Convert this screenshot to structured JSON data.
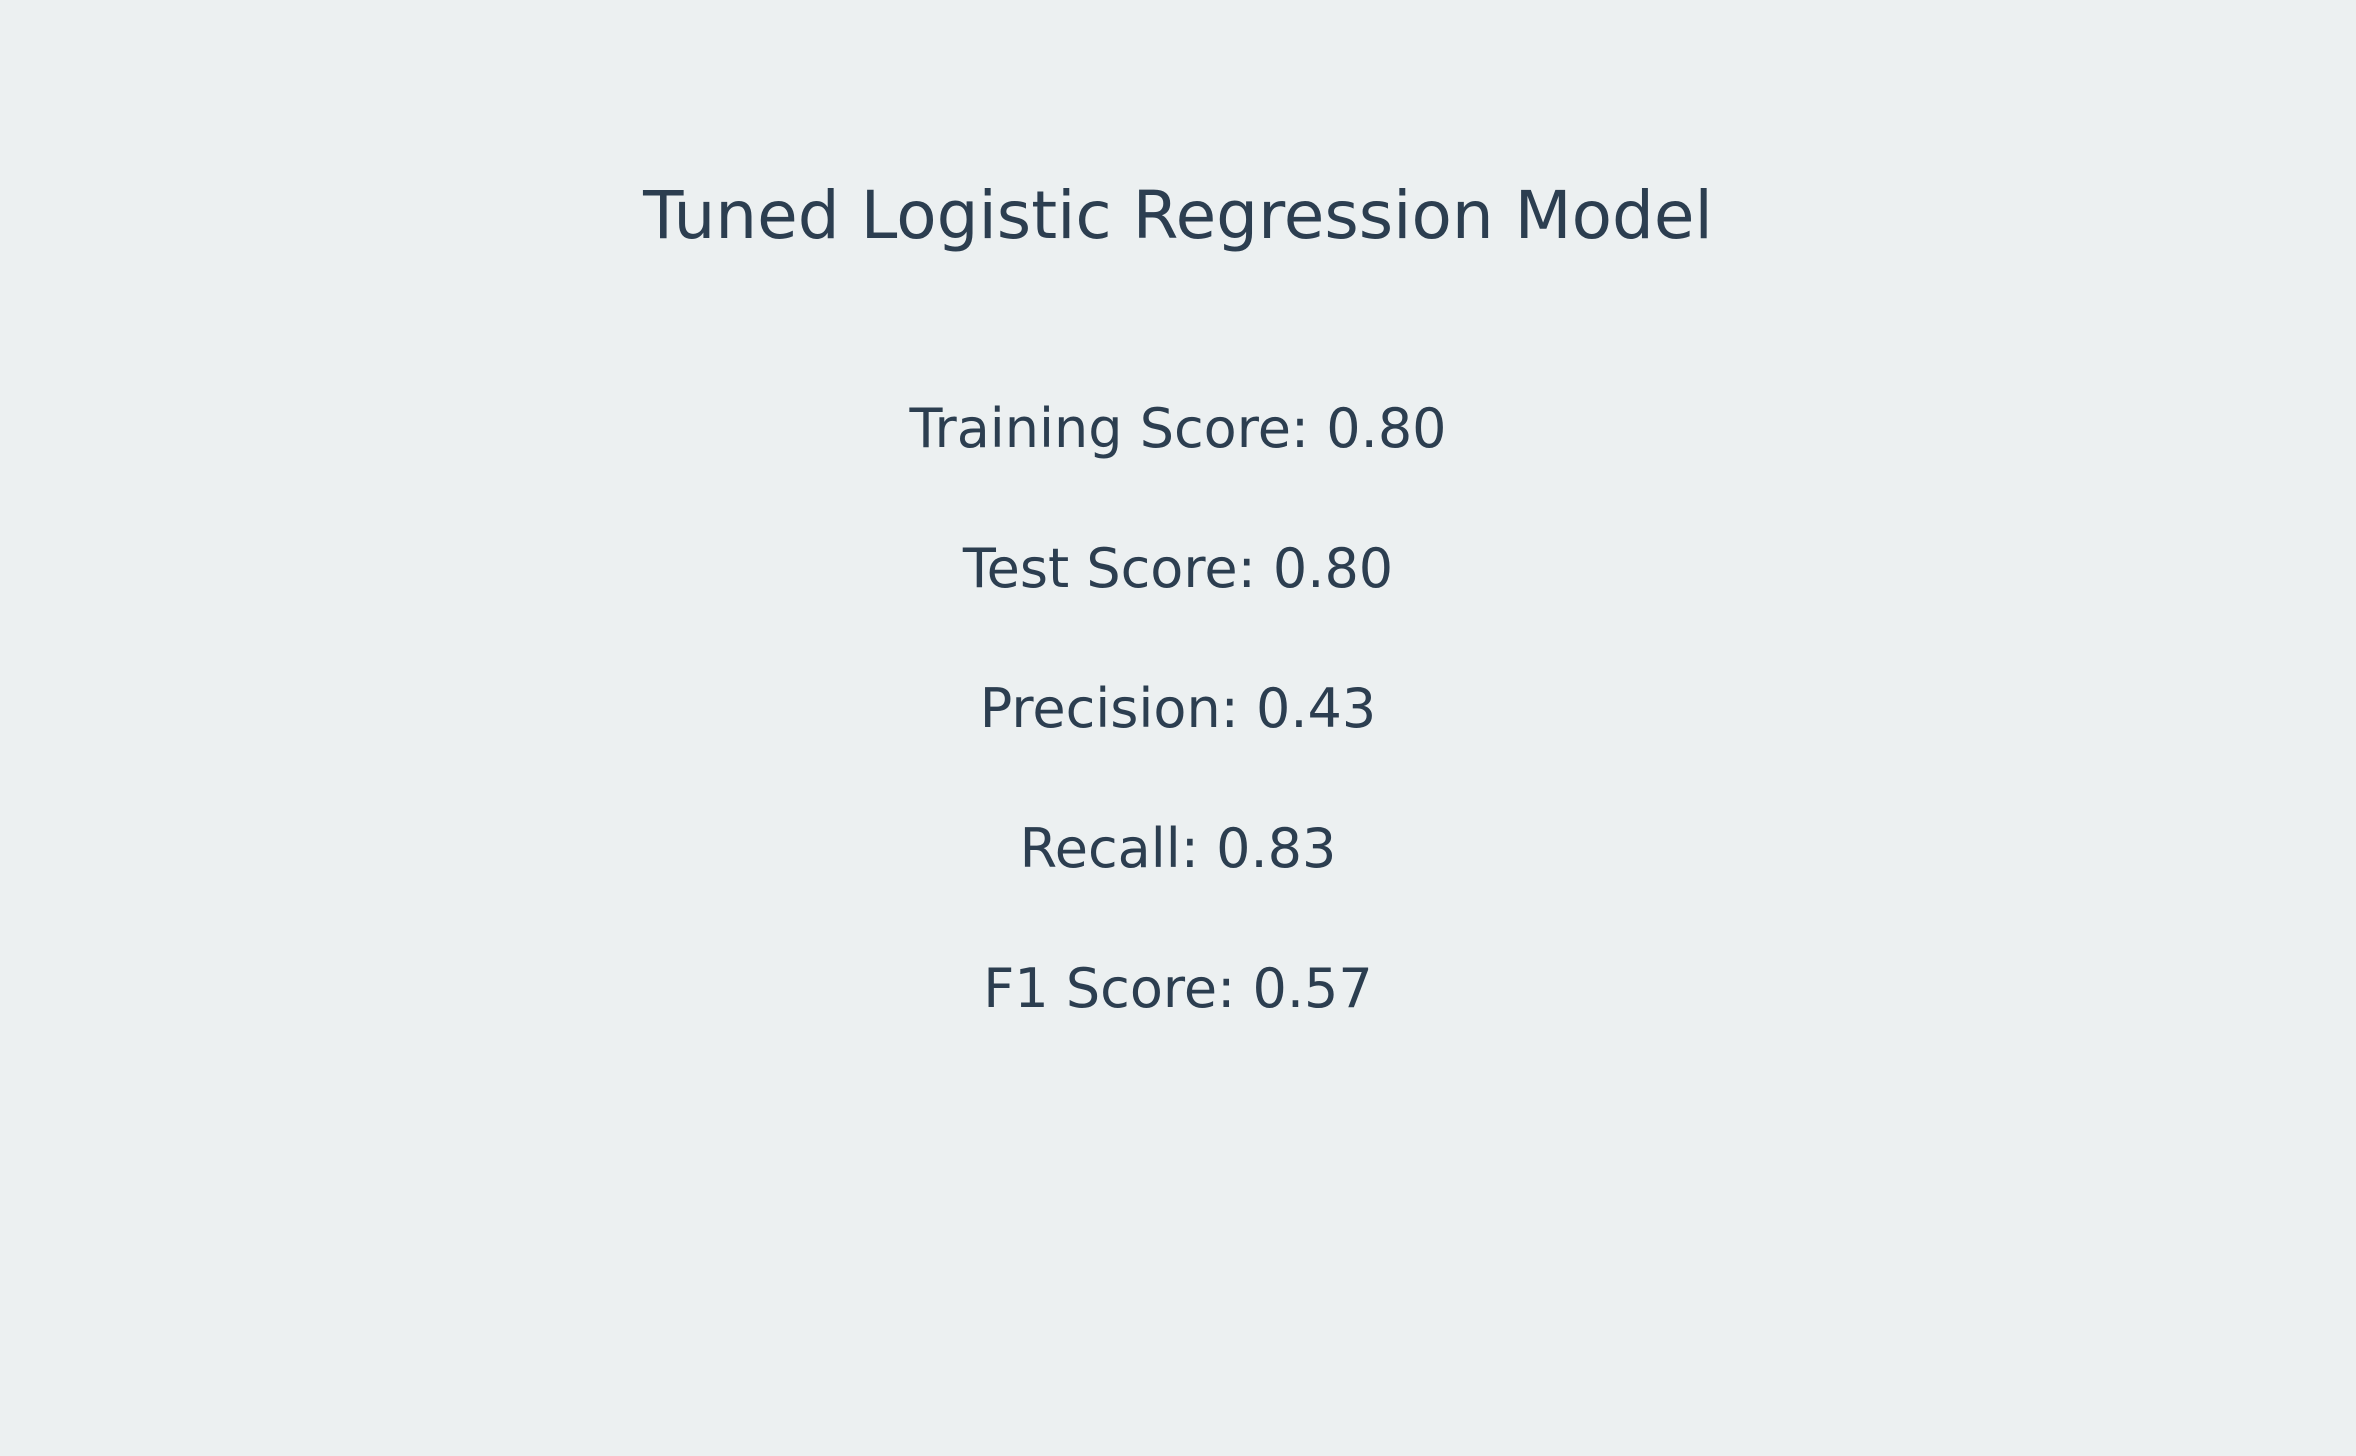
{
  "page": {
    "title": "Tuned Logistic Regression Model",
    "metrics": [
      "Training Score: 0.80",
      "Test Score: 0.80",
      "Precision: 0.43",
      "Recall: 0.83",
      "F1 Score: 0.57"
    ]
  },
  "colors": {
    "background": "#ecf0f1",
    "text": "#2c3e50"
  }
}
